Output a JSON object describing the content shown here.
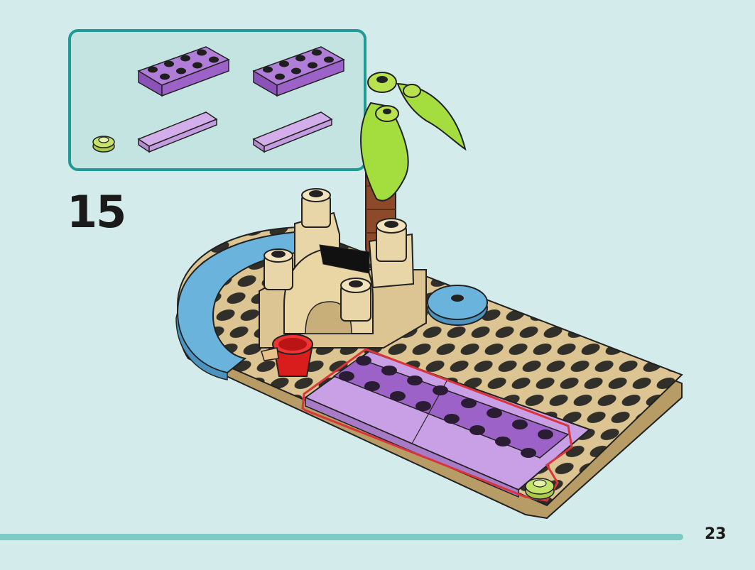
{
  "step": {
    "number": "15"
  },
  "page": {
    "number": "23"
  },
  "parts_callout": {
    "items": [
      {
        "name": "purple-plate-2x4",
        "color": "#a06ad0"
      },
      {
        "name": "purple-plate-2x4",
        "color": "#a06ad0"
      },
      {
        "name": "lavender-tile-1x4",
        "color": "#c9a0e6"
      },
      {
        "name": "lavender-tile-1x4",
        "color": "#c9a0e6"
      },
      {
        "name": "lime-round-plate-1x1",
        "color": "#c5e36a"
      }
    ]
  },
  "colors": {
    "background": "#d3ebea",
    "callout_border": "#1f9a95",
    "progress_bar": "#7fcac5",
    "highlight": "#d9353a"
  }
}
